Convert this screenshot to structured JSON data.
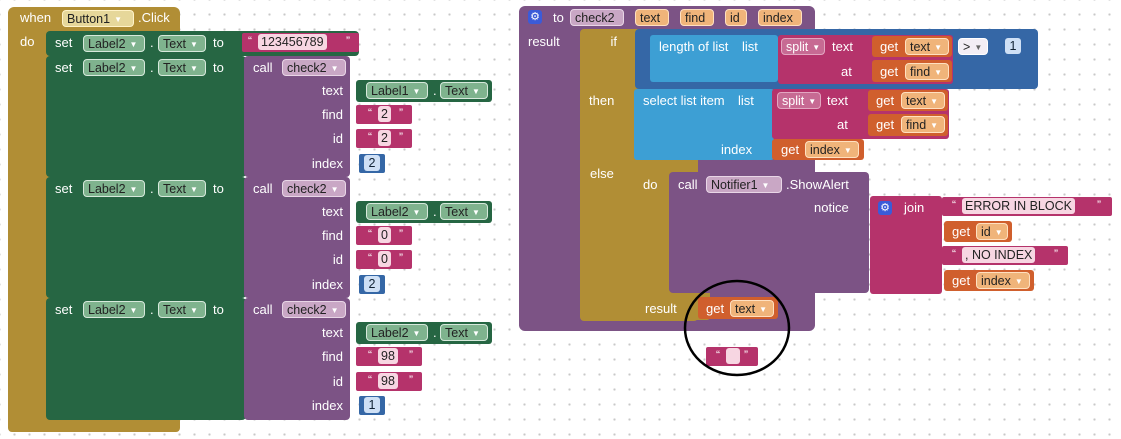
{
  "when_block": {
    "when": "when",
    "component": "Button1",
    "event": ".Click",
    "do": "do"
  },
  "set_rows": [
    {
      "set": "set",
      "component": "Label2",
      "dot": ".",
      "property": "Text",
      "to": "to"
    },
    {
      "set": "set",
      "component": "Label2",
      "dot": ".",
      "property": "Text",
      "to": "to"
    },
    {
      "set": "set",
      "component": "Label2",
      "dot": ".",
      "property": "Text",
      "to": "to"
    },
    {
      "set": "set",
      "component": "Label2",
      "dot": ".",
      "property": "Text",
      "to": "to"
    }
  ],
  "first_value": "123456789",
  "calls": [
    {
      "call": "call",
      "proc": "check2",
      "text_lbl": "text",
      "find_lbl": "find",
      "id_lbl": "id",
      "index_lbl": "index",
      "text_component": "Label1",
      "text_property": "Text",
      "find_value": "2",
      "id_value": "2",
      "index_value": "2"
    },
    {
      "call": "call",
      "proc": "check2",
      "text_lbl": "text",
      "find_lbl": "find",
      "id_lbl": "id",
      "index_lbl": "index",
      "text_component": "Label2",
      "text_property": "Text",
      "find_value": "0",
      "id_value": "0",
      "index_value": "2"
    },
    {
      "call": "call",
      "proc": "check2",
      "text_lbl": "text",
      "find_lbl": "find",
      "id_lbl": "id",
      "index_lbl": "index",
      "text_component": "Label2",
      "text_property": "Text",
      "find_value": "98",
      "id_value": "98",
      "index_value": "1"
    }
  ],
  "procedure": {
    "to": "to",
    "name": "check2",
    "params": [
      "text",
      "find",
      "id",
      "index"
    ],
    "result": "result",
    "if": "if",
    "then": "then",
    "else": "else",
    "do": "do",
    "length_of_list": "length of list",
    "list": "list",
    "split": "split",
    "text_lbl": "text",
    "at": "at",
    "get": "get",
    "var_text": "text",
    "var_find": "find",
    "var_index": "index",
    "var_id": "id",
    "compare_op": ">",
    "compare_value": "1",
    "select_list_item": "select list item",
    "index_lbl": "index",
    "call": "call",
    "notifier": "Notifier1",
    "show_alert": ".ShowAlert",
    "notice": "notice",
    "join": "join",
    "error_text": "ERROR IN BLOCK",
    "no_index_text": ", NO INDEX",
    "inner_result": "result"
  },
  "empty_string": "",
  "colors": {
    "event": "#b18e35",
    "setter": "#266643",
    "procedure": "#7c5385",
    "control": "#b18e35",
    "list": "#3d9fd4",
    "text": "#b5336b",
    "variable": "#d05f2d",
    "math": "#3567a6",
    "annotation": "#000000"
  }
}
